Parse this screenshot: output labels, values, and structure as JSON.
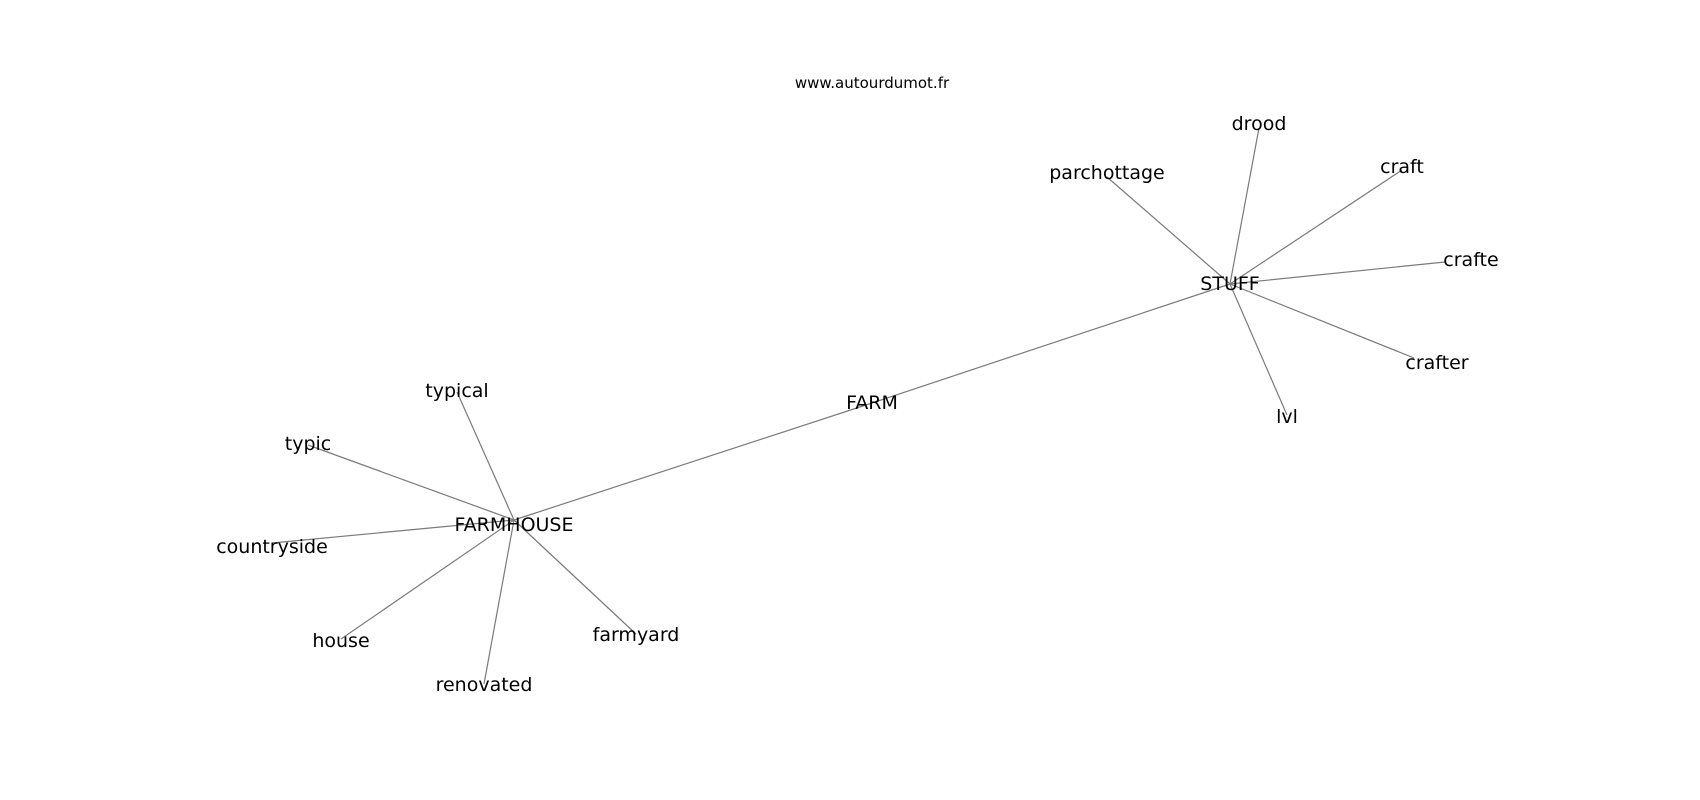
{
  "watermark": "www.autourdumot.fr",
  "graph": {
    "nodes": [
      {
        "id": "FARM",
        "label": "FARM"
      },
      {
        "id": "FARMHOUSE",
        "label": "FARMHOUSE"
      },
      {
        "id": "STUFF",
        "label": "STUFF"
      },
      {
        "id": "typical",
        "label": "typical"
      },
      {
        "id": "typic",
        "label": "typic"
      },
      {
        "id": "countryside",
        "label": "countryside"
      },
      {
        "id": "house",
        "label": "house"
      },
      {
        "id": "renovated",
        "label": "renovated"
      },
      {
        "id": "farmyard",
        "label": "farmyard"
      },
      {
        "id": "drood",
        "label": "drood"
      },
      {
        "id": "parchottage",
        "label": "parchottage"
      },
      {
        "id": "craft",
        "label": "craft"
      },
      {
        "id": "crafte",
        "label": "crafte"
      },
      {
        "id": "crafter",
        "label": "crafter"
      },
      {
        "id": "lvl",
        "label": "lvl"
      }
    ],
    "edges": [
      [
        "FARMHOUSE",
        "FARM"
      ],
      [
        "FARM",
        "STUFF"
      ],
      [
        "FARMHOUSE",
        "typical"
      ],
      [
        "FARMHOUSE",
        "typic"
      ],
      [
        "FARMHOUSE",
        "countryside"
      ],
      [
        "FARMHOUSE",
        "house"
      ],
      [
        "FARMHOUSE",
        "renovated"
      ],
      [
        "FARMHOUSE",
        "farmyard"
      ],
      [
        "STUFF",
        "drood"
      ],
      [
        "STUFF",
        "parchottage"
      ],
      [
        "STUFF",
        "craft"
      ],
      [
        "STUFF",
        "crafte"
      ],
      [
        "STUFF",
        "crafter"
      ],
      [
        "STUFF",
        "lvl"
      ]
    ]
  }
}
